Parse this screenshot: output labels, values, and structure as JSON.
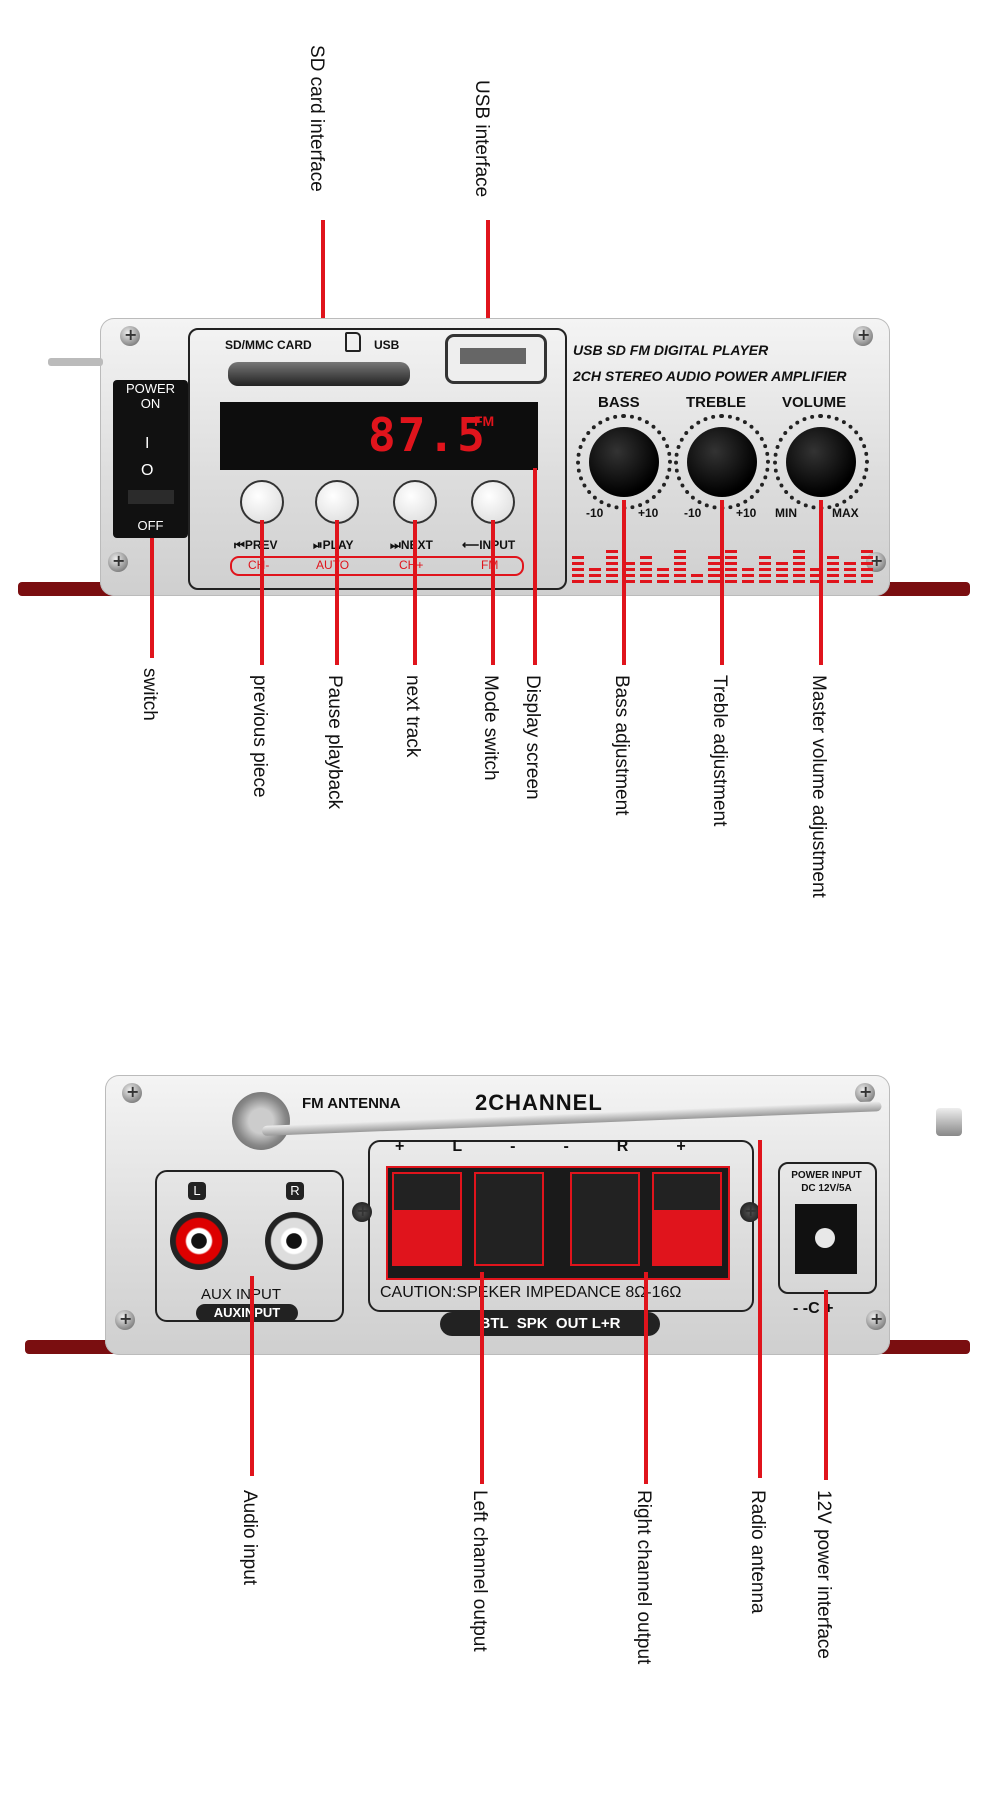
{
  "top_device": {
    "sd_label": "SD/MMC CARD",
    "usb_label": "USB",
    "title_line1": "USB SD FM DIGITAL PLAYER",
    "title_line2": "2CH STEREO AUDIO POWER  AMPLIFIER",
    "power_on": "POWER\nON",
    "power_off": "OFF",
    "switch_i": "I",
    "switch_o": "O",
    "display_value": "87.5",
    "display_band": "FM",
    "buttons": [
      "PREV",
      "PLAY",
      "NEXT",
      "INPUT"
    ],
    "button_sublabels": [
      "CH-",
      "AUTO",
      "CH+",
      "FM"
    ],
    "knobs": [
      {
        "name": "BASS",
        "min": "-10",
        "max": "+10"
      },
      {
        "name": "TREBLE",
        "min": "-10",
        "max": "+10"
      },
      {
        "name": "VOLUME",
        "min": "MIN",
        "max": "MAX"
      }
    ],
    "callouts_top": [
      "SD card interface",
      "USB interface"
    ],
    "callouts_bottom": [
      "switch",
      "previous piece",
      "Pause playback",
      "next track",
      "Mode switch",
      "Display screen",
      "Bass adjustment",
      "Treble adjustment",
      "Master volume adjustment"
    ]
  },
  "bottom_device": {
    "fm_antenna": "FM ANTENNA",
    "channel_title": "2CHANNEL",
    "terminal_marks": [
      "+",
      "L",
      "-",
      "-",
      "R",
      "+"
    ],
    "left_label": "L",
    "right_label": "R",
    "aux_input": "AUX INPUT",
    "aux_input_badge": "AUXINPUT",
    "caution": "CAUTION:SPEKER IMPEDANCE 8Ω-16Ω",
    "btl": "BTL  SPK  OUT L+R",
    "power_input": "POWER INPUT",
    "dc_rating": "DC 12V/5A",
    "polarity": "- -C +",
    "callouts": [
      "Audio input",
      "Left channel output",
      "Right channel output",
      "Radio antenna",
      "12V power interface"
    ]
  },
  "colors": {
    "accent": "#e0141c",
    "chassis": "#dcdcdc",
    "foot": "#7a0e10"
  }
}
